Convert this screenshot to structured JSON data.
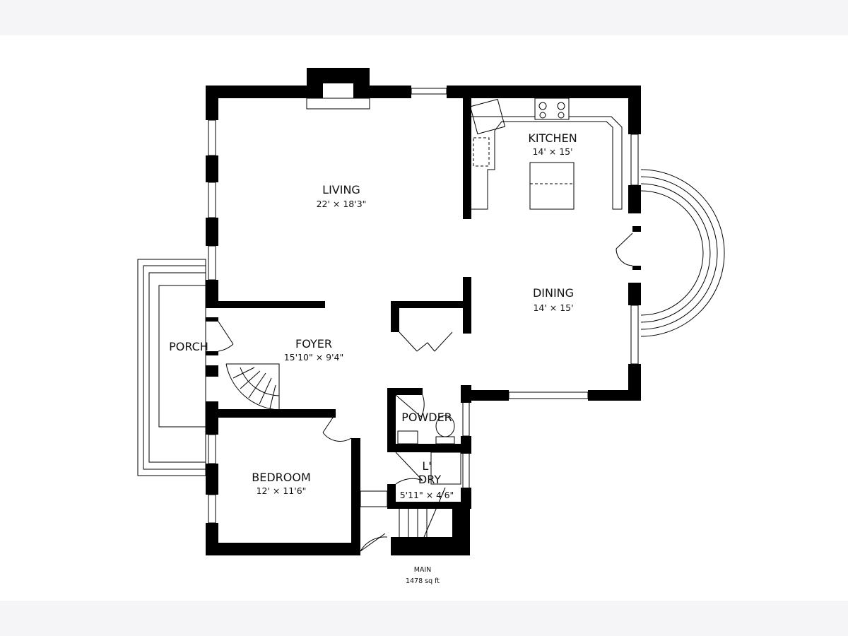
{
  "floor_plan": {
    "rooms": [
      {
        "name": "LIVING",
        "dimensions": "22' × 18'3\""
      },
      {
        "name": "KITCHEN",
        "dimensions": "14' × 15'"
      },
      {
        "name": "DINING",
        "dimensions": "14' × 15'"
      },
      {
        "name": "FOYER",
        "dimensions": "15'10\" × 9'4\""
      },
      {
        "name": "PORCH"
      },
      {
        "name": "BEDROOM",
        "dimensions": "12' × 11'6\""
      },
      {
        "name": "POWDER"
      },
      {
        "name_line1": "L'",
        "name_line2": "DRY",
        "dimensions": "5'11\" × 4'6\""
      }
    ],
    "level": "MAIN",
    "area": "1478 sq ft"
  }
}
